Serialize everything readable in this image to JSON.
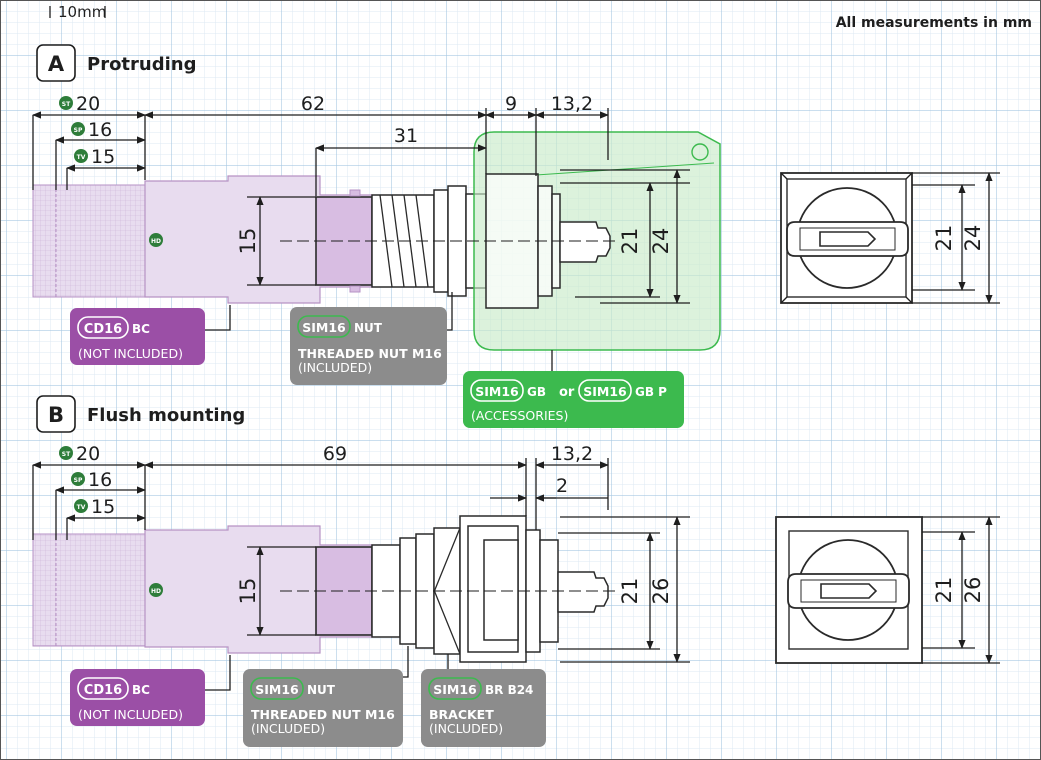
{
  "header": {
    "scale_label": "10mm",
    "units_note": "All measurements in mm"
  },
  "section_a": {
    "letter": "A",
    "title": "Protruding",
    "dims": {
      "st": "20",
      "sp": "16",
      "tv": "15",
      "body": "62",
      "half": "31",
      "gap": "9",
      "knob": "13,2",
      "diam": "15",
      "h1": "21",
      "h2": "24",
      "front_h1": "21",
      "front_h2": "24"
    },
    "badges": {
      "st": "ST",
      "sp": "SP",
      "tv": "TV",
      "hd": "HD"
    },
    "labels": {
      "cd16_code": "CD16",
      "cd16_suffix": "BC",
      "cd16_note": "(NOT INCLUDED)",
      "nut_code": "SIM16",
      "nut_suffix": "NUT",
      "nut_title": "THREADED NUT M16",
      "nut_note": "(INCLUDED)",
      "gb_code": "SIM16",
      "gb_suffix": "GB",
      "gb_or": "or",
      "gbp_code": "SIM16",
      "gbp_suffix": "GB P",
      "gb_note": "(ACCESSORIES)"
    }
  },
  "section_b": {
    "letter": "B",
    "title": "Flush mounting",
    "dims": {
      "st": "20",
      "sp": "16",
      "tv": "15",
      "body": "69",
      "knob": "13,2",
      "gap": "2",
      "diam": "15",
      "h1": "21",
      "h2": "26",
      "front_h1": "21",
      "front_h2": "26"
    },
    "badges": {
      "st": "ST",
      "sp": "SP",
      "tv": "TV",
      "hd": "HD"
    },
    "labels": {
      "cd16_code": "CD16",
      "cd16_suffix": "BC",
      "cd16_note": "(NOT INCLUDED)",
      "nut_code": "SIM16",
      "nut_suffix": "NUT",
      "nut_title": "THREADED NUT M16",
      "nut_note": "(INCLUDED)",
      "br_code": "SIM16",
      "br_suffix": "BR B24",
      "br_title": "BRACKET",
      "br_note": "(INCLUDED)"
    }
  },
  "colors": {
    "grid_major": "#a9c9e3",
    "grid_minor": "#dde9f3",
    "purple": "#9b4fa6",
    "purple_fill": "#e6d6ec",
    "gray_label": "#8c8c8c",
    "green": "#3cba4e",
    "green_fill": "#c9ebc9",
    "badge_green": "#2e7d3a"
  }
}
